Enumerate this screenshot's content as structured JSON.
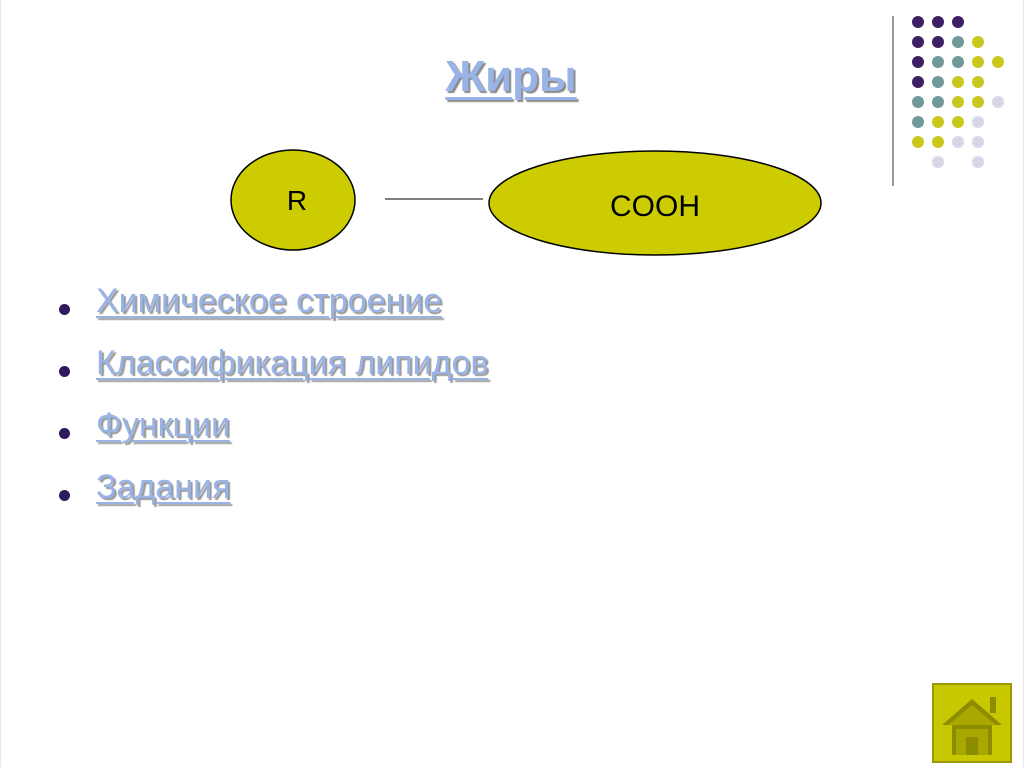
{
  "slide": {
    "title": "Жиры"
  },
  "diagram": {
    "left_label": "R",
    "right_label": "COOH",
    "fill_color": "#cccc00"
  },
  "menu": {
    "items": [
      {
        "label": "Химическое строение"
      },
      {
        "label": "Классификация липидов"
      },
      {
        "label": "Функции"
      },
      {
        "label": "Задания"
      }
    ]
  },
  "decor": {
    "dot_colors": {
      "purple": "#3d1f66",
      "teal": "#6f9a99",
      "olive": "#c8c81e",
      "lavender": "#d6d6e6"
    }
  },
  "nav": {
    "home_icon": "home-icon",
    "button_color": "#c8c800"
  },
  "colors": {
    "link": "#99b3e6",
    "bullet": "#2e1a5c"
  }
}
